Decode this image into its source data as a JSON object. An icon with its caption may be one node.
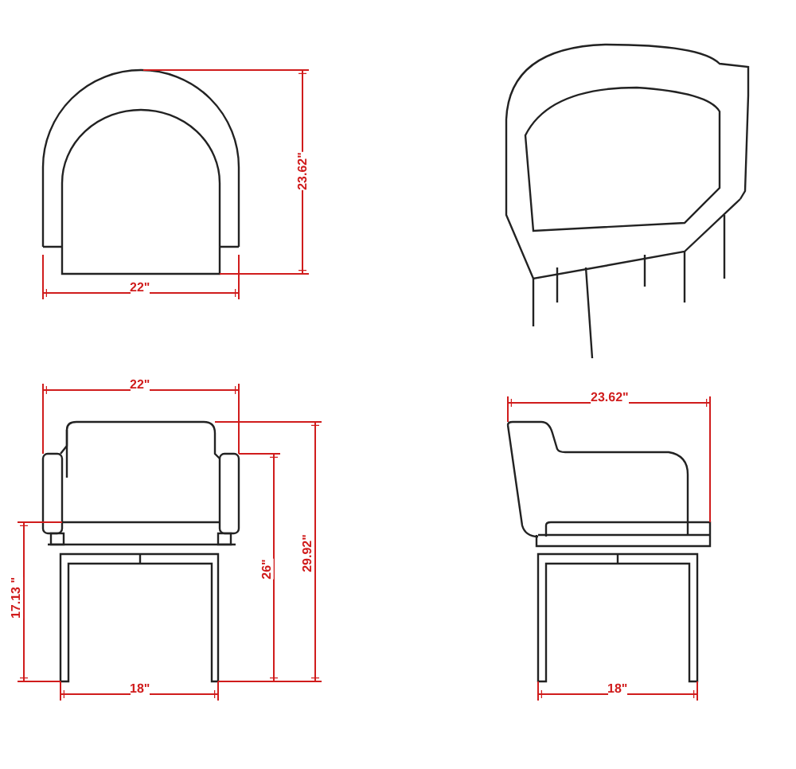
{
  "diagram": {
    "labels": [
      "23.62\"",
      "22\"",
      "22\"",
      "17.13 \"",
      "26\"",
      "29.92\"",
      "18\"",
      "23.62\"",
      "18\""
    ]
  }
}
